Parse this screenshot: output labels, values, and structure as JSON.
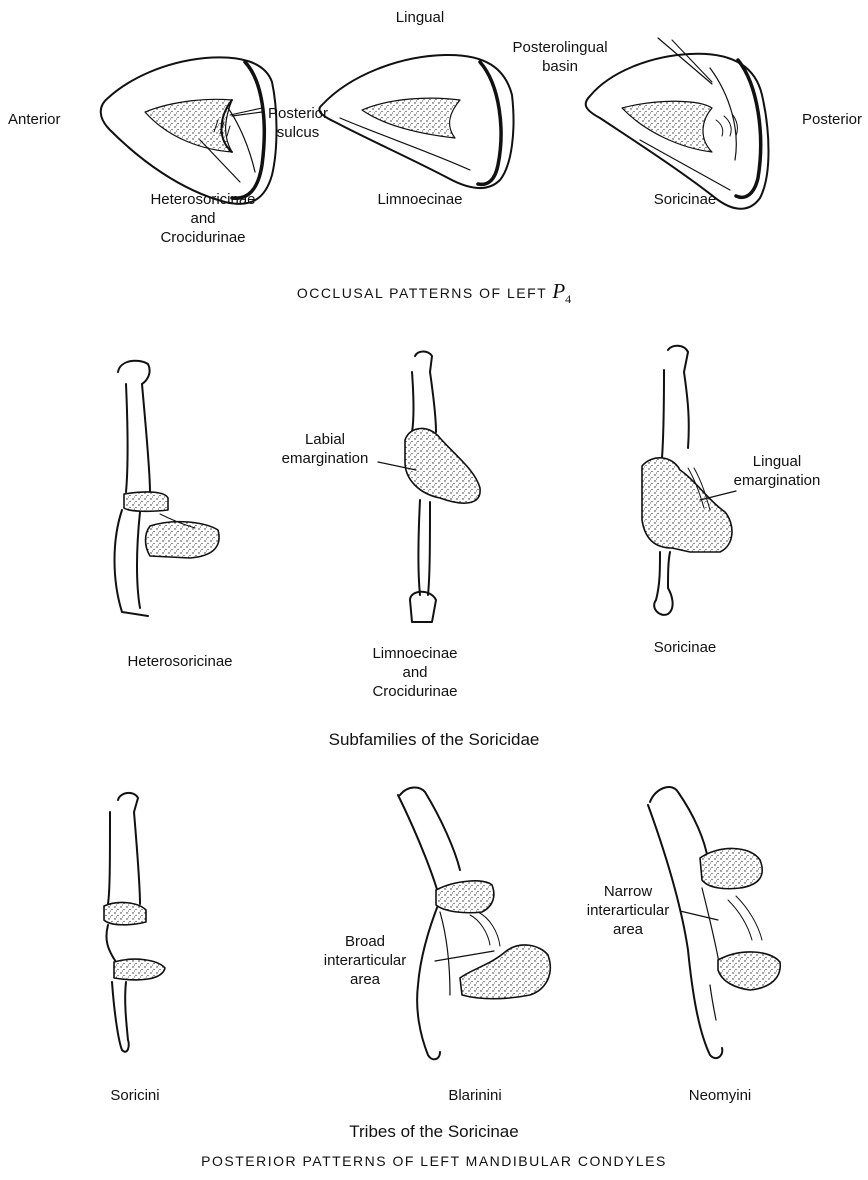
{
  "occlusal": {
    "orientation": {
      "lingual": "Lingual",
      "anterior": "Anterior",
      "posterior": "Posterior"
    },
    "callouts": {
      "posterolingual_basin": [
        "Posterolingual",
        "basin"
      ],
      "posterior_sulcus": [
        "Posterior",
        "sulcus"
      ]
    },
    "taxa": [
      {
        "lines": [
          "Heterosoricinae",
          "and",
          "Crocidurinae"
        ]
      },
      {
        "lines": [
          "Limnoecinae"
        ]
      },
      {
        "lines": [
          "Soricinae"
        ]
      }
    ],
    "title": "OCCLUSAL PATTERNS OF LEFT",
    "tooth_symbol": "P",
    "tooth_subscript": "4"
  },
  "subfamilies": {
    "callouts": {
      "labial_emargination": [
        "Labial",
        "emargination"
      ],
      "lingual_emargination": [
        "Lingual",
        "emargination"
      ]
    },
    "taxa": [
      {
        "lines": [
          "Heterosoricinae"
        ]
      },
      {
        "lines": [
          "Limnoecinae",
          "and",
          "Crocidurinae"
        ]
      },
      {
        "lines": [
          "Soricinae"
        ]
      }
    ],
    "title": "Subfamilies of the Soricidae"
  },
  "tribes": {
    "callouts": {
      "broad_interarticular": [
        "Broad",
        "interarticular",
        "area"
      ],
      "narrow_interarticular": [
        "Narrow",
        "interarticular",
        "area"
      ]
    },
    "taxa": [
      {
        "lines": [
          "Soricini"
        ]
      },
      {
        "lines": [
          "Blarinini"
        ]
      },
      {
        "lines": [
          "Neomyini"
        ]
      }
    ],
    "title": "Tribes of the Soricinae"
  },
  "footer": {
    "title": "POSTERIOR PATTERNS OF LEFT MANDIBULAR CONDYLES"
  }
}
